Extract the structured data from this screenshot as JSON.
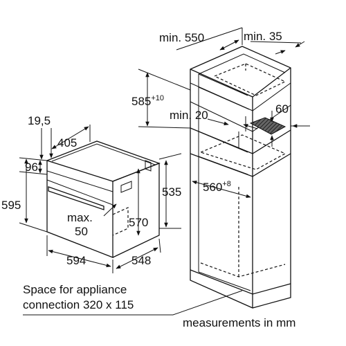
{
  "dimensions": {
    "min_550": "min. 550",
    "min_35": "min. 35",
    "d585": "585",
    "d585_tol": "+10",
    "min_20": "min. 20",
    "d60": "60",
    "d560": "560",
    "d560_tol": "+8",
    "d19_5": "19,5",
    "d405": "405",
    "d96": "96",
    "d595": "595",
    "d535": "535",
    "max_label": "max.",
    "max_value": "50",
    "d570": "570",
    "d594": "594",
    "d548": "548"
  },
  "captions": {
    "space_line1": "Space for appliance",
    "space_line2": "connection 320 x 115",
    "measurements": "measurements in mm"
  },
  "colors": {
    "line": "#111111",
    "vent_fill": "#444444"
  }
}
